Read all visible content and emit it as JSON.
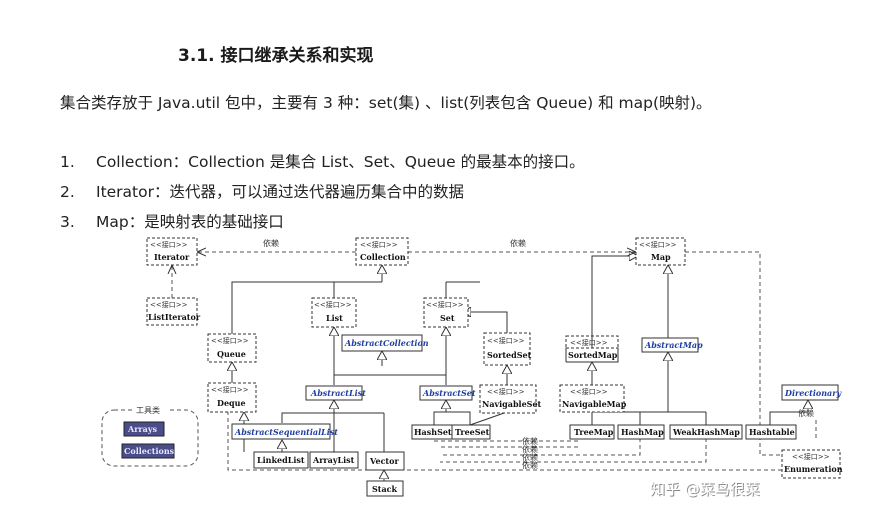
{
  "heading": "3.1. 接口继承关系和实现",
  "intro": "集合类存放于 Java.util 包中，主要有 3 种：set(集) 、list(列表包含 Queue) 和 map(映射)。",
  "list": [
    {
      "num": "1.",
      "text": "Collection：Collection 是集合 List、Set、Queue 的最基本的接口。"
    },
    {
      "num": "2.",
      "text": "Iterator：迭代器，可以通过迭代器遍历集合中的数据"
    },
    {
      "num": "3.",
      "text": "Map：是映射表的基础接口"
    }
  ],
  "diagram": {
    "stereotype": "<<接口>>",
    "dependency": "依赖",
    "toolbox_title": "工具类",
    "nodes": {
      "iterator": "Iterator",
      "collection": "Collection",
      "map": "Map",
      "listiterator": "ListIterator",
      "list": "List",
      "set": "Set",
      "abstractcollection": "AbstractCollection",
      "sortedset": "SortedSet",
      "queue": "Queue",
      "abstractlist": "AbstractList",
      "abstractset": "AbstractSet",
      "navigableset": "NavigableSet",
      "deque": "Deque",
      "abstractsequentiallist": "AbstractSequentialList",
      "hashset": "HashSet",
      "treeset": "TreeSet",
      "linkedlist": "LinkedList",
      "arraylist": "ArrayList",
      "vector": "Vector",
      "stack": "Stack",
      "sortedmap": "SortedMap",
      "abstractmap": "AbstractMap",
      "navigablemap": "NavigableMap",
      "treemap": "TreeMap",
      "hashmap": "HashMap",
      "weakhashmap": "WeakHashMap",
      "hashtable": "Hashtable",
      "dictionary": "Directionary",
      "enumeration": "Enumeration",
      "arrays": "Arrays",
      "collections": "Collections"
    }
  },
  "watermark": "知乎 @菜鸟很菜",
  "colors": {
    "abstract_text": "#1f3fa0",
    "tool_fill": "#4b4d8a",
    "line": "#333333"
  }
}
